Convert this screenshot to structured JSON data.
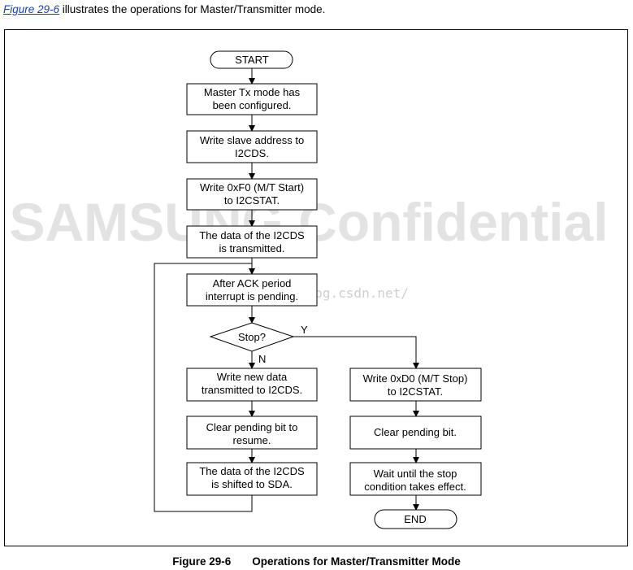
{
  "intro": {
    "figure_ref": "Figure 29-6",
    "text": " illustrates the operations for Master/Transmitter mode."
  },
  "caption": {
    "number": "Figure 29-6",
    "title": "Operations for Master/Transmitter Mode"
  },
  "watermark": {
    "text": "SAMSUNG Confidential",
    "url_fragment": "blog.csdn.net/"
  },
  "flowchart": {
    "start": "START",
    "steps": [
      [
        "Master Tx mode has",
        "been configured."
      ],
      [
        "Write slave address to",
        "I2CDS."
      ],
      [
        "Write 0xF0 (M/T Start)",
        "to I2CSTAT."
      ],
      [
        "The data of the I2CDS",
        "is transmitted."
      ],
      [
        "After ACK period",
        "interrupt is pending."
      ]
    ],
    "decision": "Stop?",
    "yes_label": "Y",
    "no_label": "N",
    "no_branch": [
      [
        "Write new data",
        "transmitted to I2CDS."
      ],
      [
        "Clear pending bit to",
        "resume."
      ],
      [
        "The data of the I2CDS",
        "is shifted to SDA."
      ]
    ],
    "yes_branch": [
      [
        "Write 0xD0 (M/T Stop)",
        "to I2CSTAT."
      ],
      [
        "Clear pending bit."
      ],
      [
        "Wait until the stop",
        "condition takes effect."
      ]
    ],
    "end": "END"
  }
}
